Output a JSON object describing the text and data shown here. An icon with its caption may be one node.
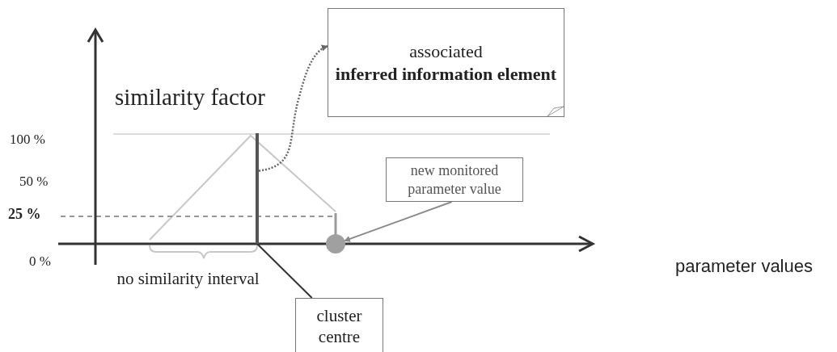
{
  "diagram": {
    "nodes": [
      {
        "text": [
          "associated",
          "inferred information element"
        ]
      },
      {
        "text": [],
        "shape": "bar"
      },
      {
        "text": [
          "new monitored parameter value"
        ]
      },
      {
        "text": [],
        "shape": "circle"
      },
      {
        "text": [
          "cluster centre"
        ]
      }
    ],
    "edges": [
      {
        "from": 1,
        "to": 0,
        "arrow": "to",
        "style": "dashed"
      },
      {
        "from": 2,
        "to": 3,
        "arrow": "to",
        "color": "#8a8a8a"
      },
      {
        "from": 4,
        "to": 1,
        "arrow": "none"
      }
    ],
    "labels": [
      "similarity factor",
      "100 %",
      "50 %",
      "25 %",
      "0 %",
      "no similarity interval",
      "parameter values"
    ]
  }
}
